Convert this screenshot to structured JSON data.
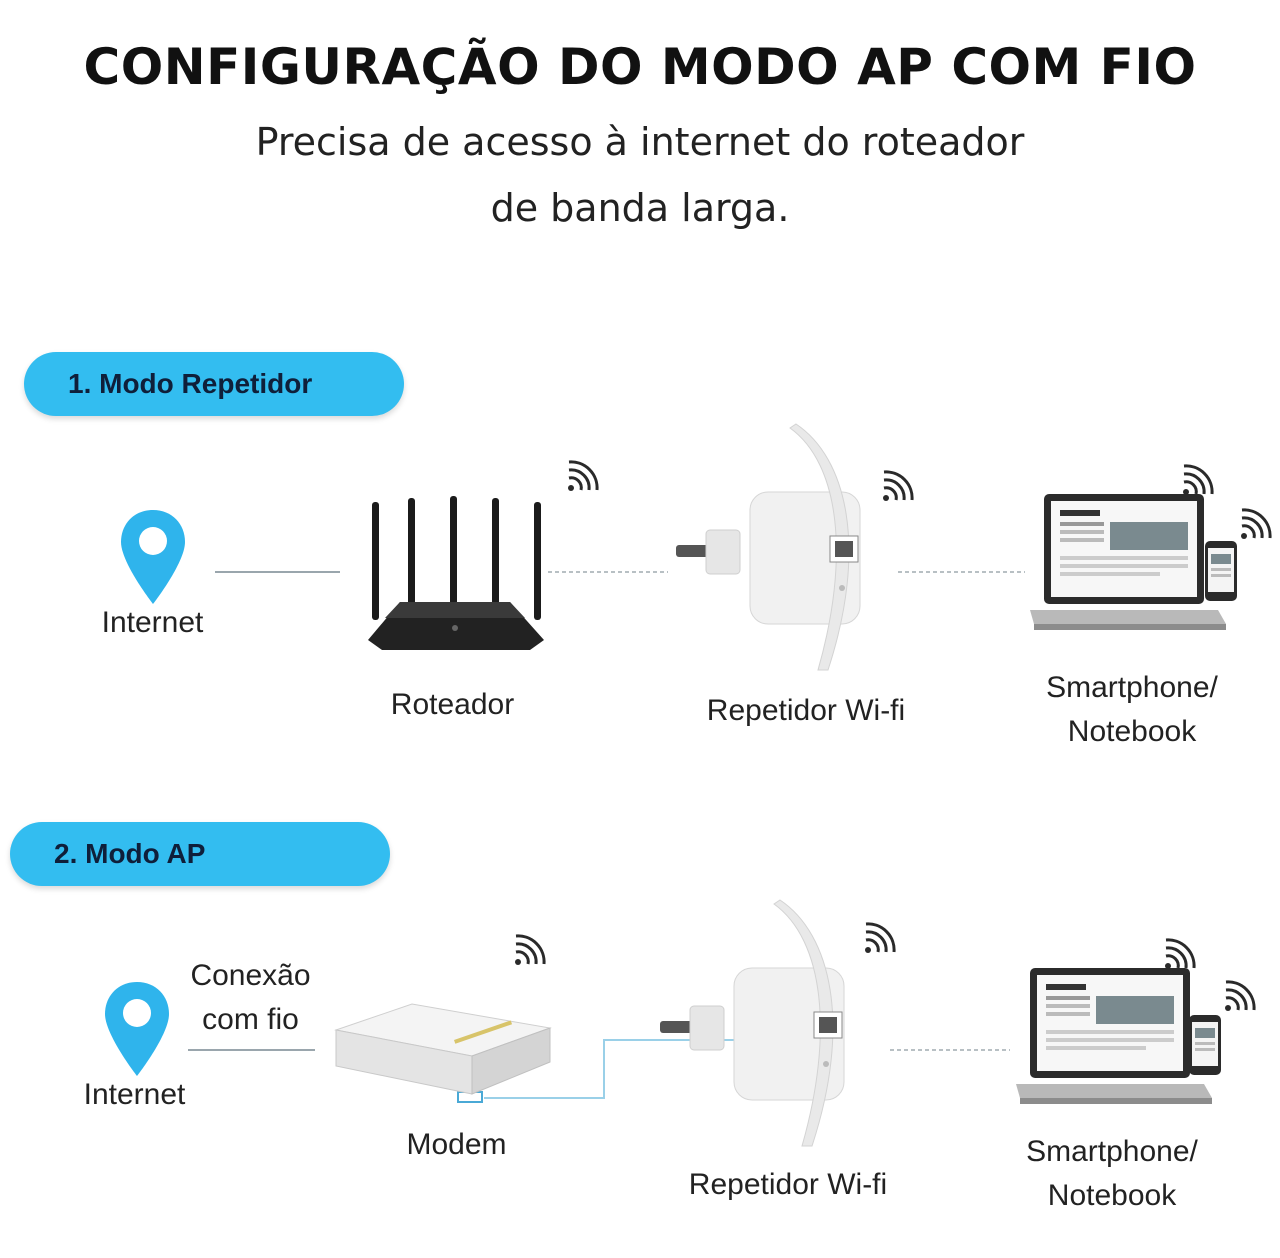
{
  "header": {
    "title": "CONFIGURAÇÃO DO MODO AP COM FIO",
    "subtitle_line1": "Precisa de acesso à internet do roteador",
    "subtitle_line2": "de banda larga."
  },
  "section1": {
    "badge": "1. Modo Repetidor",
    "internet": "Internet",
    "router": "Roteador",
    "repeater": "Repetidor Wi-fi",
    "devices_line1": "Smartphone/",
    "devices_line2": "Notebook"
  },
  "section2": {
    "badge": "2. Modo AP",
    "wired_line1": "Conexão",
    "wired_line2": "com fio",
    "internet": "Internet",
    "modem": "Modem",
    "repeater": "Repetidor Wi-fi",
    "devices_line1": "Smartphone/",
    "devices_line2": "Notebook"
  },
  "colors": {
    "accent": "#33bdf0",
    "pin": "#2fb4ec",
    "wifi": "#2a2a2a",
    "cable": "#9ad0e8"
  }
}
